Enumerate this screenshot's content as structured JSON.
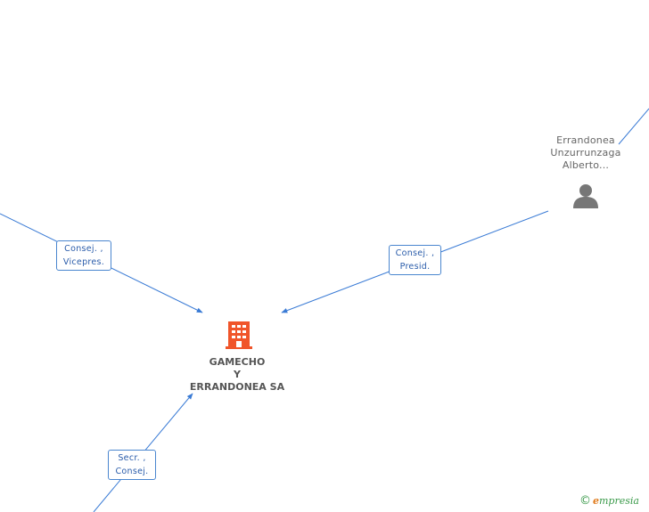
{
  "center": {
    "line1": "GAMECHO",
    "line2": "Y",
    "line3": "ERRANDONEA SA"
  },
  "person": {
    "line1": "Errandonea",
    "line2": "Unzurrunzaga",
    "line3": "Alberto..."
  },
  "edges": {
    "left": {
      "line1": "Consej. ,",
      "line2": "Vicepres."
    },
    "right": {
      "line1": "Consej. ,",
      "line2": "Presid."
    },
    "bottom": {
      "line1": "Secr. ,",
      "line2": "Consej."
    }
  },
  "brand": {
    "copyright": "©",
    "e": "e",
    "name": "mpresia"
  },
  "colors": {
    "edge": "#3a7bd5",
    "company_icon": "#f0552a",
    "person_icon": "#777777"
  }
}
